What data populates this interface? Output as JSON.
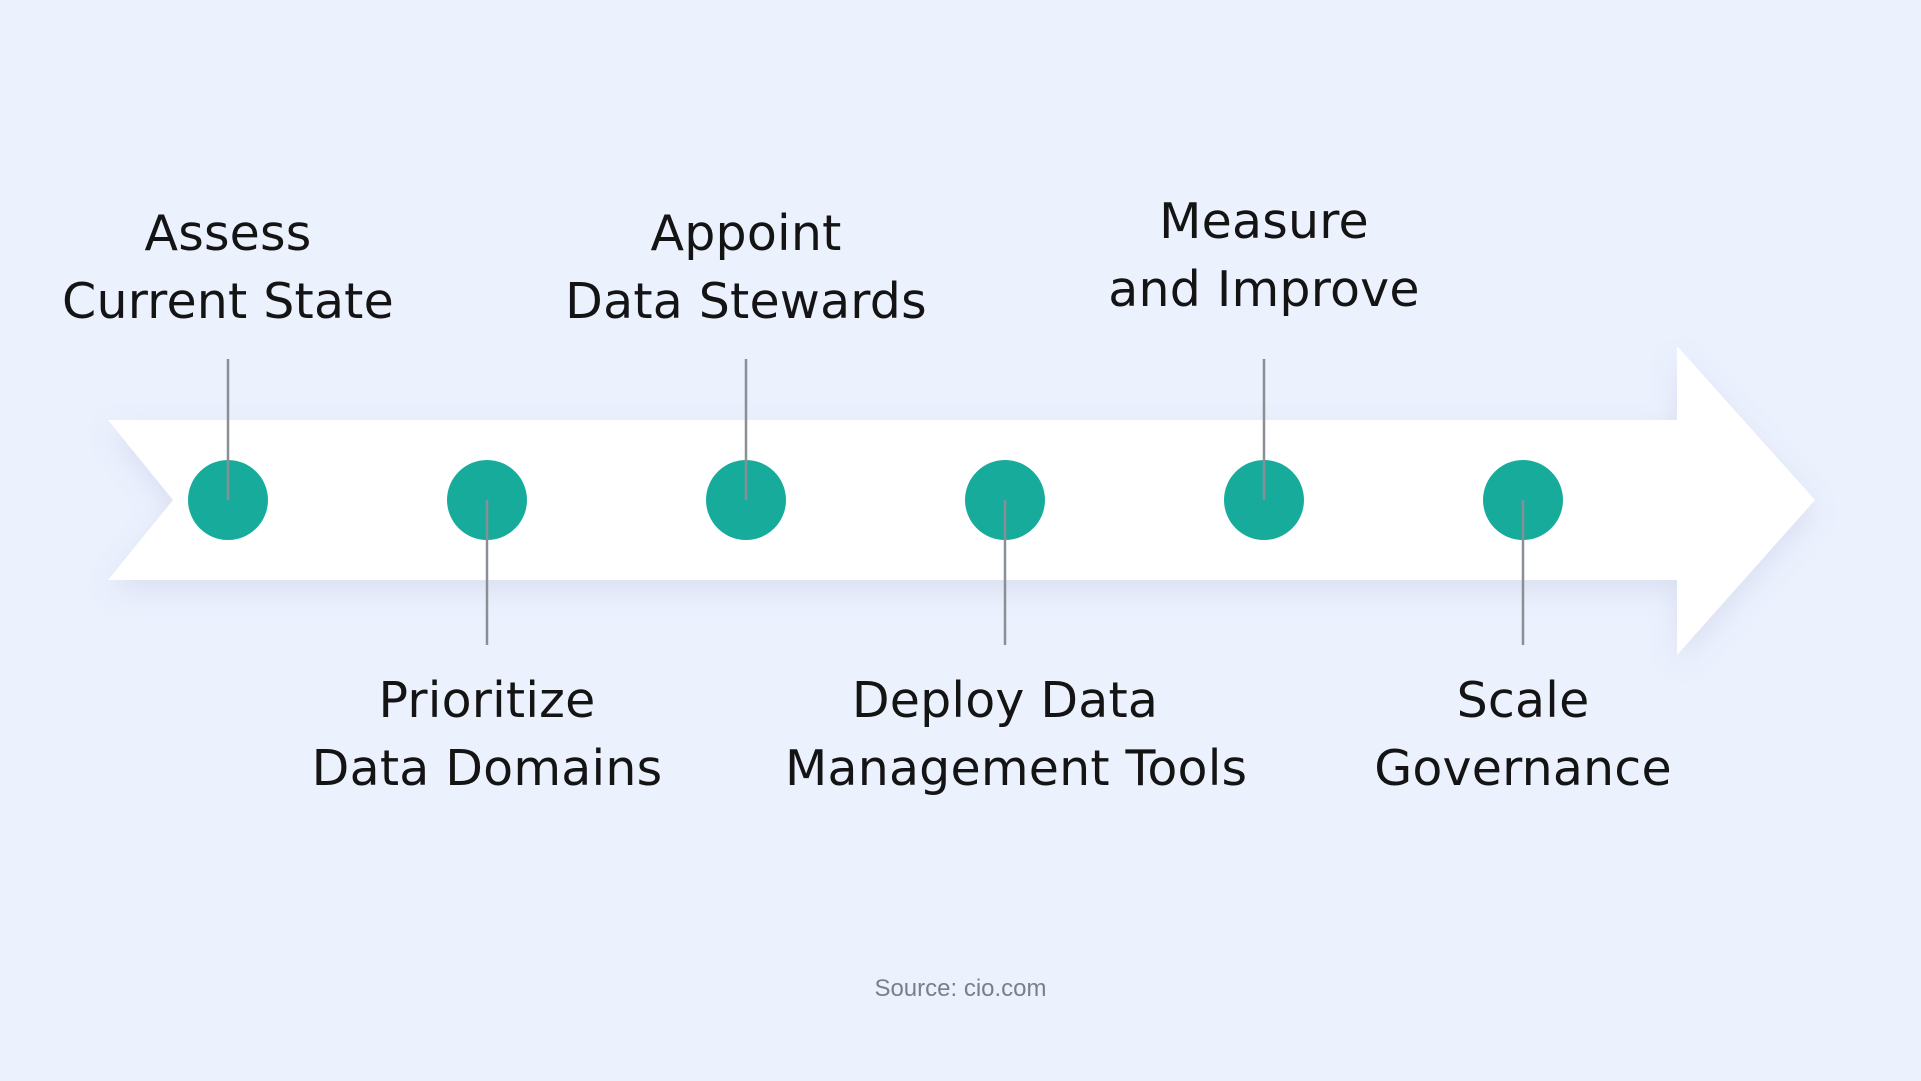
{
  "colors": {
    "background": "#ecf1fe",
    "arrow": "#ffffff",
    "marker": "#17ab9c",
    "connector": "#8a8f96",
    "text": "#141414",
    "source_text": "#7b7f88"
  },
  "steps": [
    {
      "order": 1,
      "position": "above",
      "lines": [
        "Assess",
        "Current State"
      ]
    },
    {
      "order": 2,
      "position": "below",
      "lines": [
        "Prioritize",
        "Data Domains"
      ]
    },
    {
      "order": 3,
      "position": "above",
      "lines": [
        "Appoint",
        "Data Stewards"
      ]
    },
    {
      "order": 4,
      "position": "below",
      "lines": [
        "Deploy Data",
        "Management Tools"
      ]
    },
    {
      "order": 5,
      "position": "above",
      "lines": [
        "Measure",
        "and Improve"
      ]
    },
    {
      "order": 6,
      "position": "below",
      "lines": [
        "Scale",
        "Governance"
      ]
    }
  ],
  "source": "Source: cio.com"
}
